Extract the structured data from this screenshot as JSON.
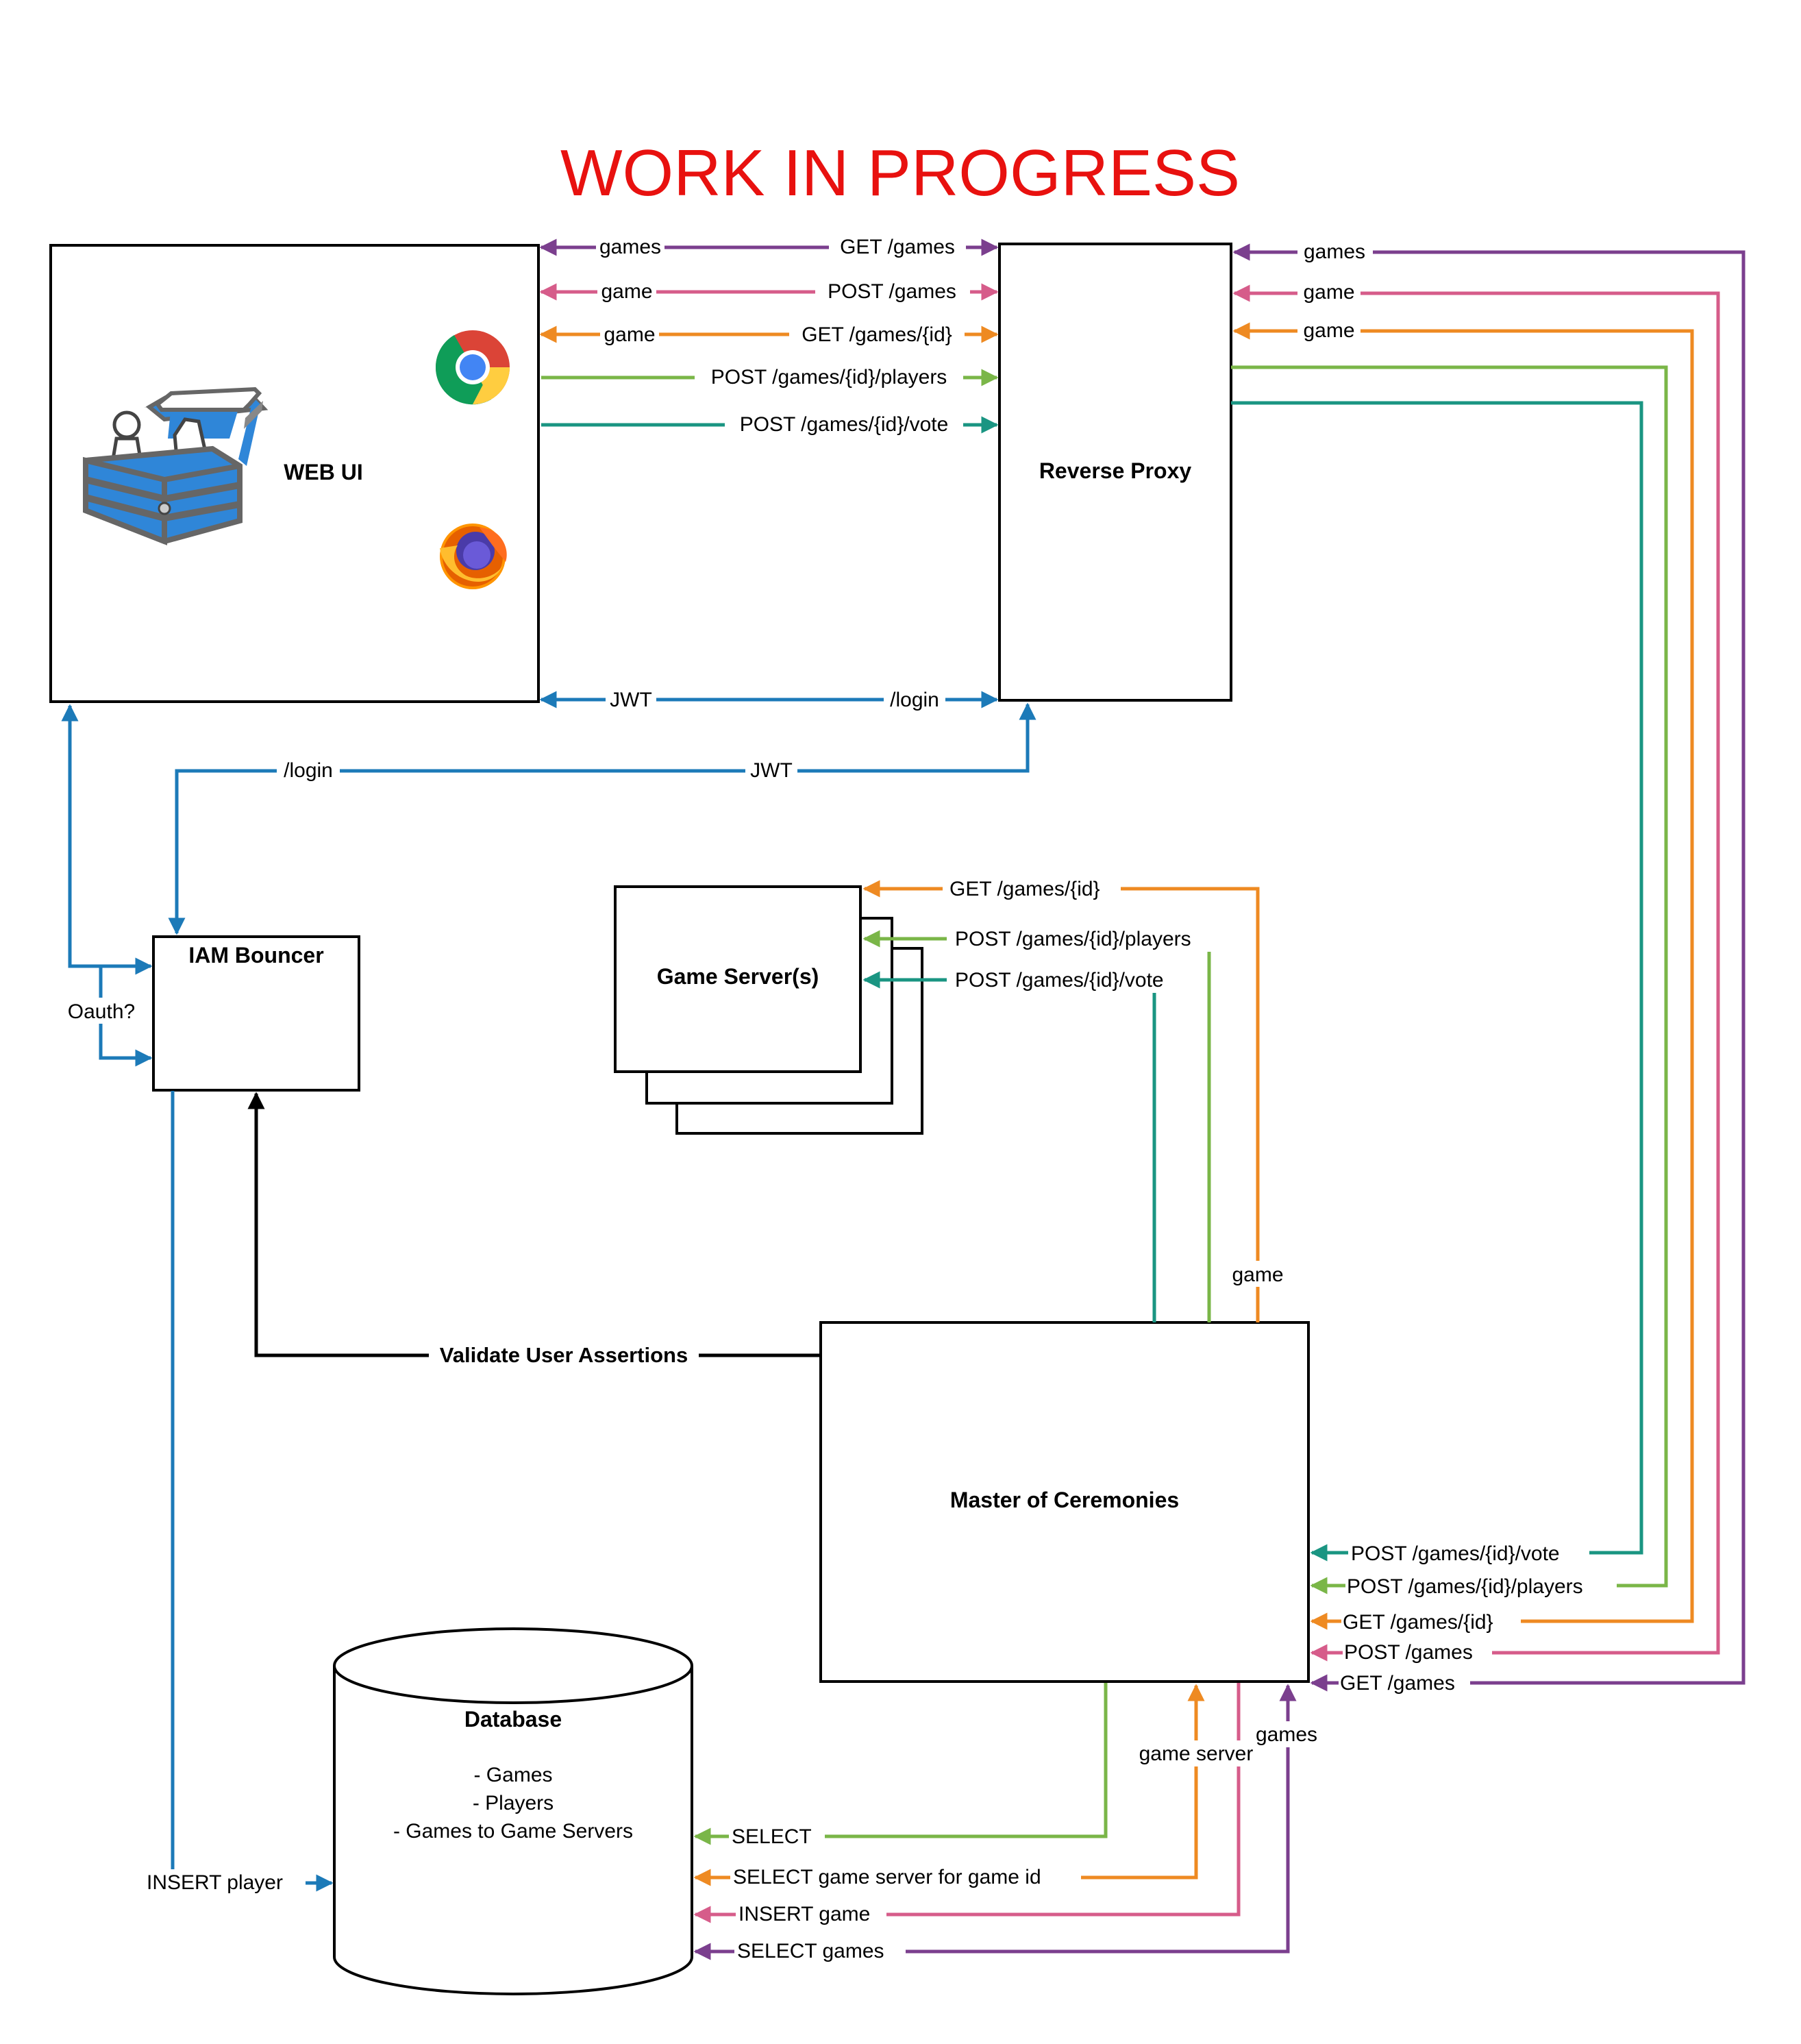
{
  "title": "WORK IN PROGRESS",
  "colors": {
    "title": "#e8110f",
    "purple": "#7b3f8e",
    "pink": "#d65c8a",
    "orange": "#ee8a22",
    "green": "#7ab648",
    "teal": "#1a9582",
    "blue": "#1c7ab8",
    "black": "#000000"
  },
  "nodes": {
    "web_ui": "WEB UI",
    "reverse_proxy": "Reverse Proxy",
    "iam_bouncer": "IAM Bouncer",
    "game_servers": "Game Server(s)",
    "master": "Master of Ceremonies",
    "database": {
      "title": "Database",
      "items": [
        "- Games",
        "- Players",
        "- Games to Game Servers"
      ]
    }
  },
  "icons": [
    "treasure-chest-icon",
    "chrome-icon",
    "firefox-icon"
  ],
  "edge_labels": {
    "webui_proxy": {
      "games": "games",
      "get_games": "GET /games",
      "game_post": "game",
      "post_games": "POST /games",
      "game_get": "game",
      "get_game_id": "GET /games/{id}",
      "post_players": "POST /games/{id}/players",
      "post_vote": "POST /games/{id}/vote",
      "jwt": "JWT",
      "login": "/login"
    },
    "proxy_right": {
      "games": "games",
      "game1": "game",
      "game2": "game"
    },
    "iam_proxy": {
      "login": "/login",
      "jwt": "JWT"
    },
    "oauth": "Oauth?",
    "game_server": {
      "get": "GET /games/{id}",
      "post_players": "POST /games/{id}/players",
      "post_vote": "POST /games/{id}/vote",
      "game": "game"
    },
    "validate": "Validate User Assertions",
    "master_right": {
      "post_vote": "POST /games/{id}/vote",
      "post_players": "POST /games/{id}/players",
      "get_game_id": "GET /games/{id}",
      "post_games": "POST /games",
      "get_games": "GET /games"
    },
    "master_bottom": {
      "game_server": "game server",
      "games": "games"
    },
    "database_in": {
      "select": "SELECT",
      "select_game_server": "SELECT game server for game id",
      "insert_game": "INSERT game",
      "select_games": "SELECT games",
      "insert_player": "INSERT player"
    }
  }
}
